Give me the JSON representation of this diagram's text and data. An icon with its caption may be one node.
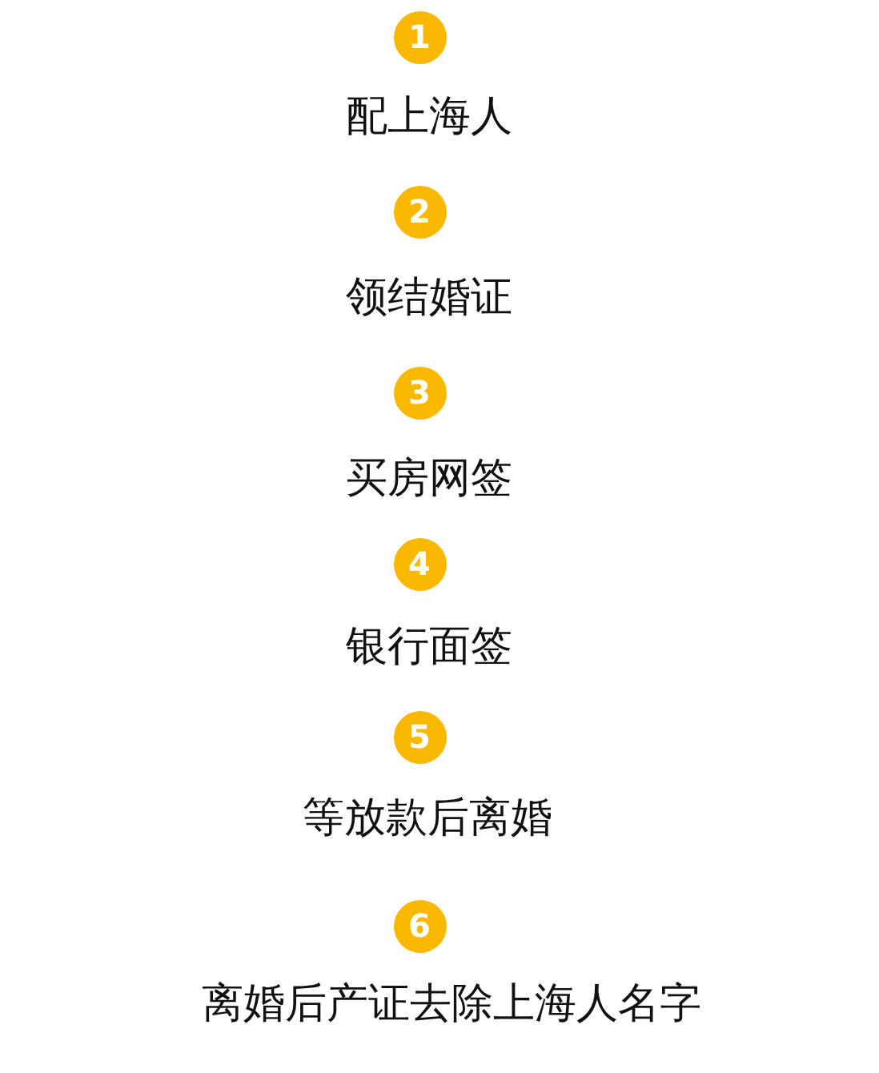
{
  "diagram": {
    "nodes": [
      {
        "text": [
          "1"
        ],
        "beside": [
          "配上海人"
        ]
      },
      {
        "text": [
          "2"
        ],
        "beside": [
          "领结婚证"
        ]
      },
      {
        "text": [
          "3"
        ],
        "beside": [
          "买房网签"
        ]
      },
      {
        "text": [
          "4"
        ],
        "beside": [
          "银行面签"
        ]
      },
      {
        "text": [
          "5"
        ],
        "beside": [
          "等放款后离婚"
        ]
      },
      {
        "text": [
          "6"
        ],
        "beside": [
          "离婚后产证去除上海人名字"
        ]
      }
    ],
    "edges": []
  }
}
